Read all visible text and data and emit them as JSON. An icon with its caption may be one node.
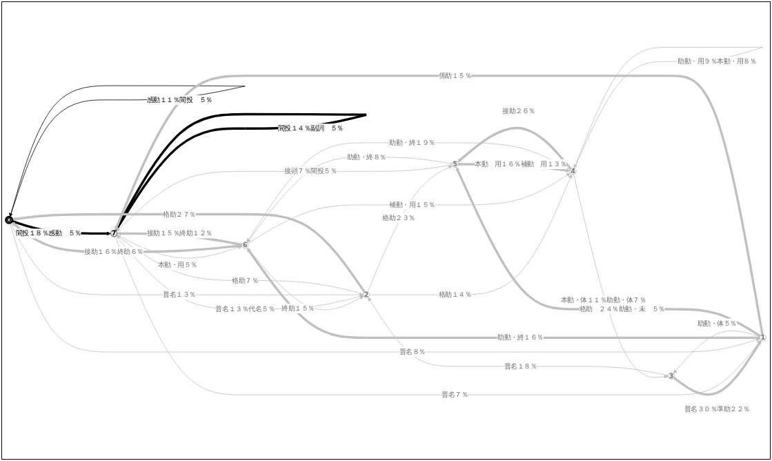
{
  "diagram": {
    "nodes": [
      {
        "text": [
          "0"
        ]
      },
      {
        "text": [
          "7"
        ]
      },
      {
        "text": [
          "6"
        ]
      },
      {
        "text": [
          "2"
        ]
      },
      {
        "text": [
          "4"
        ]
      },
      {
        "text": [
          "5"
        ]
      },
      {
        "text": [
          "3"
        ]
      },
      {
        "text": [
          "1"
        ]
      }
    ],
    "edges": [
      {
        "from": 0,
        "to": 0,
        "arrow": "to",
        "label": "感動１１％間投　５％",
        "color": "#000000"
      },
      {
        "from": 0,
        "to": 1,
        "arrow": "to",
        "label": "間投１８％感動　５％",
        "style": "thick",
        "color": "#000000"
      },
      {
        "from": 1,
        "to": 1,
        "arrow": "to",
        "label": "間投１４％副詞　５％",
        "style": "thick",
        "color": "#000000"
      },
      {
        "from": 2,
        "to": 0,
        "arrow": "to",
        "label": "接助１６％終助６％",
        "style": "thick"
      },
      {
        "from": 5,
        "to": 1,
        "arrow": "to",
        "label": "接頭７％間投５％"
      },
      {
        "from": 2,
        "to": 1,
        "arrow": "to",
        "label": "接助１５％終助１２％",
        "style": "thick"
      },
      {
        "from": 1,
        "to": 2,
        "arrow": "to",
        "label": "本動・用５％"
      },
      {
        "from": 2,
        "to": 3,
        "arrow": "to",
        "label": "終助１５％"
      },
      {
        "from": 1,
        "to": 3,
        "arrow": "to",
        "label": "普名１３％代名５％"
      },
      {
        "from": 3,
        "to": 1,
        "arrow": "to",
        "label": "格助７％"
      },
      {
        "from": 0,
        "to": 3,
        "arrow": "to",
        "label": "普名１３％"
      },
      {
        "from": 3,
        "to": 0,
        "arrow": "to",
        "label": "格助２７％",
        "style": "thick"
      },
      {
        "from": 3,
        "to": 5,
        "arrow": "to",
        "label": "格助２３％"
      },
      {
        "from": 3,
        "to": 4,
        "arrow": "to",
        "label": "格助１４％"
      },
      {
        "from": 2,
        "to": 4,
        "arrow": "to",
        "label": "補動・用１５％"
      },
      {
        "from": 4,
        "to": 2,
        "arrow": "to",
        "label": "助動・終１９％"
      },
      {
        "from": 7,
        "to": 2,
        "arrow": "to",
        "label": "助動・終１６％",
        "style": "thick"
      },
      {
        "from": 5,
        "to": 2,
        "arrow": "to",
        "label": "助動・終８％"
      },
      {
        "from": 4,
        "to": 5,
        "arrow": "to",
        "label": "接助２６％",
        "style": "thick"
      },
      {
        "from": 5,
        "to": 4,
        "arrow": "to",
        "label": "本動　用１６％補動　用１３％",
        "style": "thick"
      },
      {
        "from": 4,
        "to": 4,
        "arrow": "to",
        "label": "助動・用９％本動・用８％"
      },
      {
        "from": 4,
        "to": 6,
        "arrow": "to",
        "label": "本動・体１１％助動・体７％"
      },
      {
        "from": 6,
        "to": 3,
        "arrow": "to",
        "label": "普名１８％"
      },
      {
        "from": 6,
        "to": 7,
        "arrow": "to",
        "label": "普名３０％準助２２％",
        "style": "thick"
      },
      {
        "from": 7,
        "to": 6,
        "arrow": "to",
        "label": "助動・体５％"
      },
      {
        "from": 7,
        "to": 5,
        "arrow": "to",
        "label": "格助　２４％助動・未　５％",
        "style": "thick"
      },
      {
        "from": 1,
        "to": 7,
        "arrow": "to",
        "label": "普名７％"
      },
      {
        "from": 7,
        "to": 1,
        "arrow": "to",
        "label": "係助１５％",
        "style": "thick"
      },
      {
        "from": 0,
        "to": 7,
        "arrow": "to",
        "label": "普名８％"
      }
    ]
  }
}
